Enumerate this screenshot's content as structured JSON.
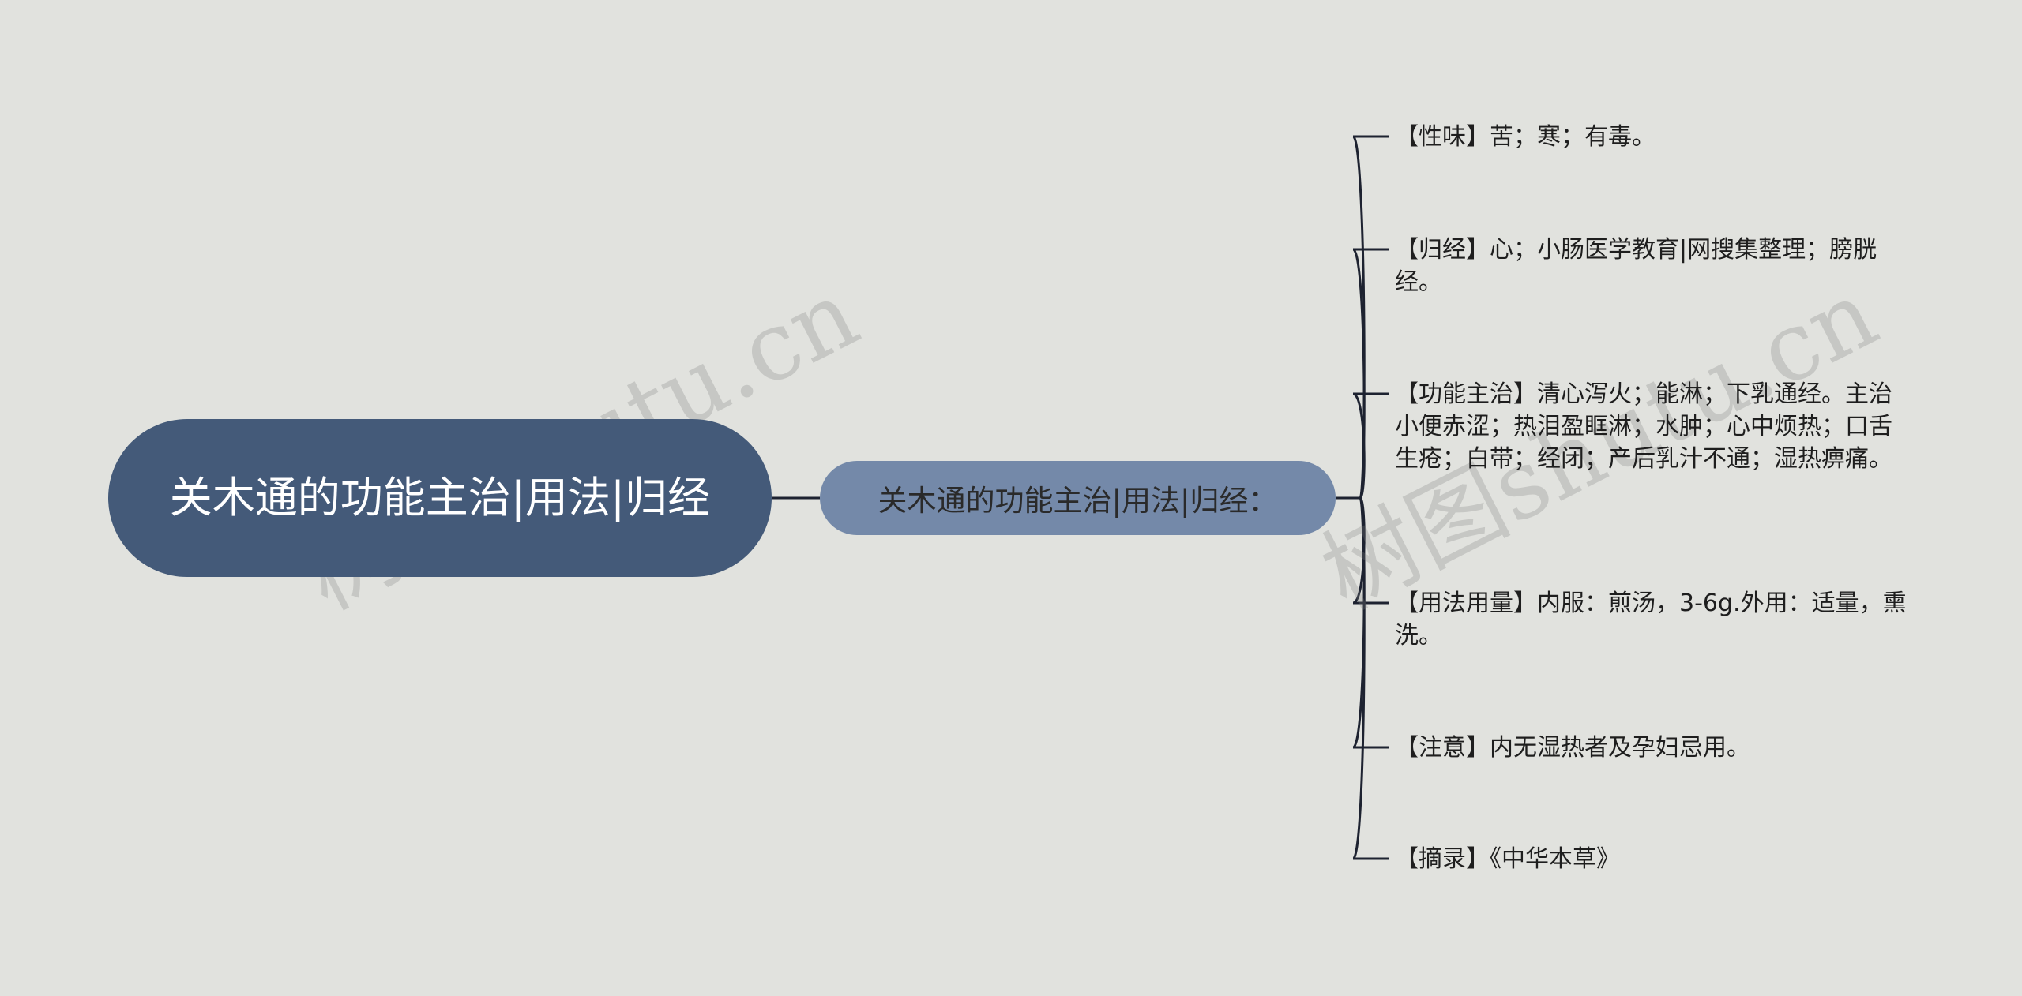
{
  "root": {
    "label": "关木通的功能主治|用法|归经"
  },
  "topic": {
    "label": "关木通的功能主治|用法|归经："
  },
  "leaves": [
    "【性味】苦；寒；有毒。",
    "【归经】心；小肠医学教育|网搜集整理；膀胱经。",
    "【功能主治】清心泻火；能淋；下乳通经。主治小便赤涩；热泪盈眶淋；水肿；心中烦热；口舌生疮；白带；经闭；产后乳汁不通；湿热痹痛。",
    "【用法用量】内服：煎汤，3-6g.外用：适量，熏洗。",
    "【注意】内无湿热者及孕妇忌用。",
    "【摘录】《中华本草》"
  ],
  "watermark": {
    "text": "树图shutu.cn"
  },
  "colors": {
    "background": "#e1e2de",
    "root_fill": "#445a79",
    "topic_fill": "#7489a9",
    "connector": "#1d2230"
  }
}
